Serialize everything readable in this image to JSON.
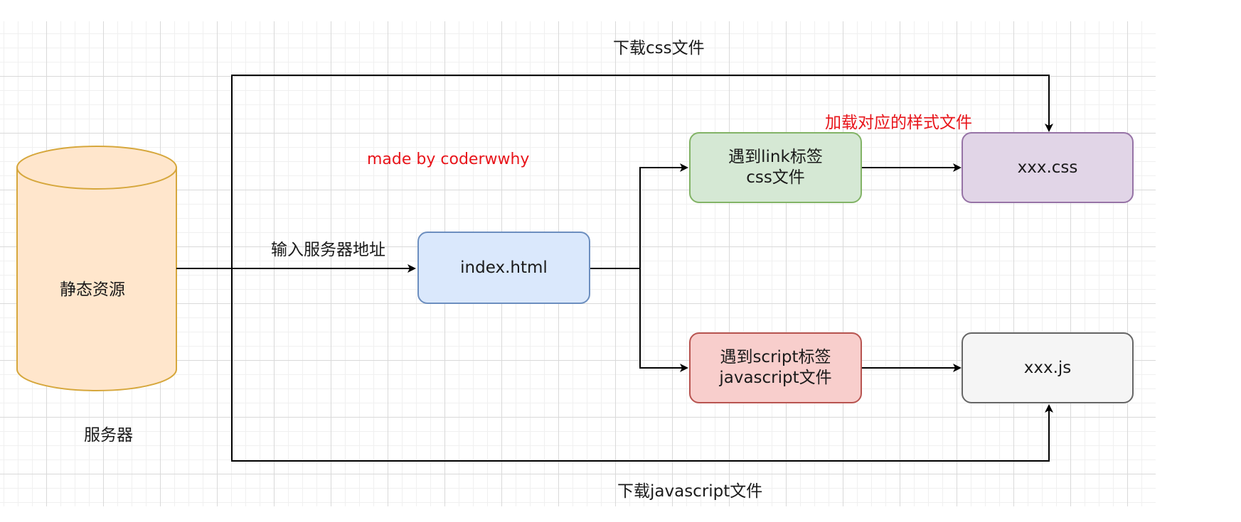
{
  "nodes": {
    "static": "静态资源",
    "index": "index.html",
    "link": "遇到link标签\ncss文件",
    "script": "遇到script标签\njavascript文件",
    "css": "xxx.css",
    "js": "xxx.js"
  },
  "labels": {
    "download_css": "下载css文件",
    "download_js": "下载javascript文件",
    "input_addr": "输入服务器地址",
    "load_style": "加载对应的样式文件",
    "made_by": "made by coderwwhy",
    "server": "服务器"
  },
  "colors": {
    "cylinder_fill": "#ffe6cc",
    "cylinder_stroke": "#d6a73c",
    "index_fill": "#dae8fc",
    "index_stroke": "#6c8ebf",
    "link_fill": "#d5e8d4",
    "link_stroke": "#82b366",
    "script_fill": "#f8cecc",
    "script_stroke": "#b85450",
    "css_fill": "#e1d5e7",
    "css_stroke": "#9673a6",
    "js_fill": "#f5f5f5",
    "js_stroke": "#666666",
    "accent_red": "#e8141a"
  }
}
